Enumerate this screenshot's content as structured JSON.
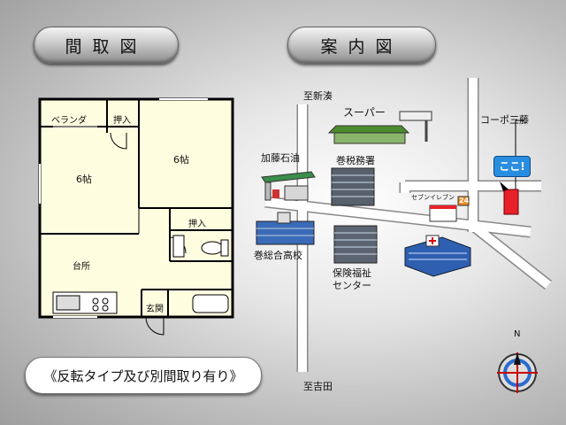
{
  "headers": {
    "floor_plan": "間取図",
    "guide_map": "案内図"
  },
  "variant_note": "《反転タイプ及び別間取り有り》",
  "floor_plan": {
    "veranda": "ベランダ",
    "closet_top": "押入",
    "room_left": "6帖",
    "room_right": "6帖",
    "closet_mid": "押入",
    "kitchen": "台所",
    "entrance": "玄関"
  },
  "map": {
    "to_shinminato": "至新湊",
    "to_yoshida": "至吉田",
    "supermarket": "スーパー",
    "kato_oil": "加藤石油",
    "maki_tax_office": "巻税務署",
    "seven_eleven": "セブンイレブン",
    "seven_eleven_badge": "24",
    "destination": "コーポ三藤",
    "here_badge": "ここ!",
    "maki_high_school": "巻総合高校",
    "welfare_center_line1": "保険福祉",
    "welfare_center_line2": "センター",
    "compass_north": "N"
  },
  "colors": {
    "plan_fill": "#fffde0",
    "road": "#ffffff",
    "here_badge": "#2a8ee0",
    "destination_marker": "#e8202a",
    "building_blue": "#2f5fb0"
  }
}
